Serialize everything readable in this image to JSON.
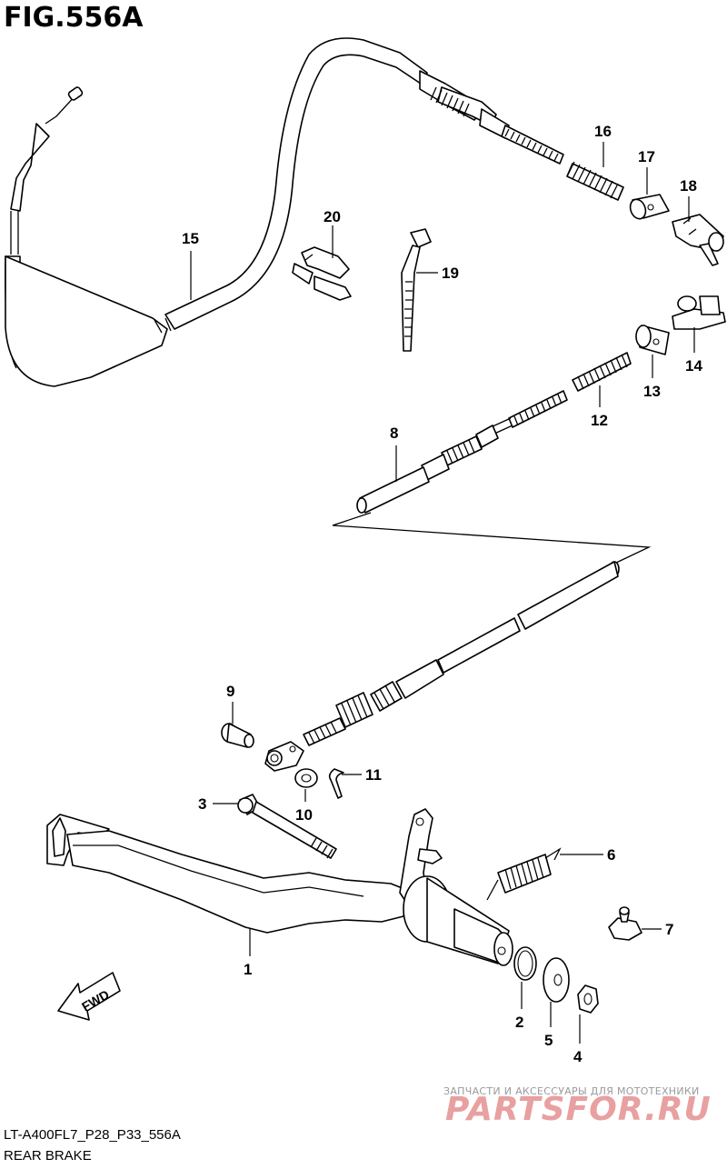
{
  "figure": {
    "title": "FIG.556A",
    "code": "LT-A400FL7_P28_P33_556A",
    "name": "REAR BRAKE"
  },
  "direction_marker": {
    "label": "FWD"
  },
  "watermark": {
    "tagline": "ЗАПЧАСТИ И АКСЕССУАРЫ ДЛЯ МОТОТЕХНИКИ",
    "logo_text": "PARTSFOR.RU"
  },
  "callouts": [
    {
      "id": "1",
      "part": "brake-pedal"
    },
    {
      "id": "2",
      "part": "o-ring"
    },
    {
      "id": "3",
      "part": "pedal-bolt"
    },
    {
      "id": "4",
      "part": "nut"
    },
    {
      "id": "5",
      "part": "washer"
    },
    {
      "id": "6",
      "part": "return-spring"
    },
    {
      "id": "7",
      "part": "bolt-cap"
    },
    {
      "id": "8",
      "part": "brake-cable"
    },
    {
      "id": "9",
      "part": "clevis-pin"
    },
    {
      "id": "10",
      "part": "washer-small"
    },
    {
      "id": "11",
      "part": "cotter-pin"
    },
    {
      "id": "12",
      "part": "spring-lower"
    },
    {
      "id": "13",
      "part": "joint-lower"
    },
    {
      "id": "14",
      "part": "lever-joint-lower"
    },
    {
      "id": "15",
      "part": "parking-cable"
    },
    {
      "id": "16",
      "part": "spring-upper"
    },
    {
      "id": "17",
      "part": "joint-upper"
    },
    {
      "id": "18",
      "part": "lever-joint-upper"
    },
    {
      "id": "19",
      "part": "cable-tie"
    },
    {
      "id": "20",
      "part": "cable-clamp"
    }
  ]
}
